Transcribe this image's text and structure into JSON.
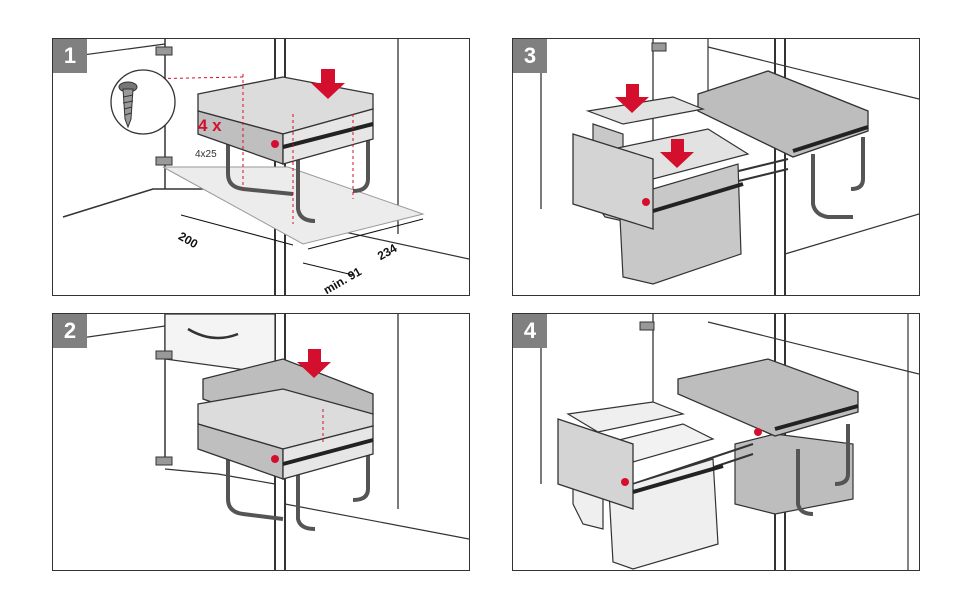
{
  "steps": [
    "1",
    "2",
    "3",
    "4"
  ],
  "screws": {
    "count": "4 x",
    "size": "4x25"
  },
  "dimensions": {
    "left_depth": "200",
    "right_depth": "234",
    "min_gap": "min. 91"
  },
  "colors": {
    "accent": "#d40f2d",
    "bin": "#c8c8c8",
    "lid": "#bdbdbd",
    "frame": "#333333",
    "badge": "#808080"
  },
  "icons": [
    "screw-icon",
    "down-arrow-icon"
  ]
}
